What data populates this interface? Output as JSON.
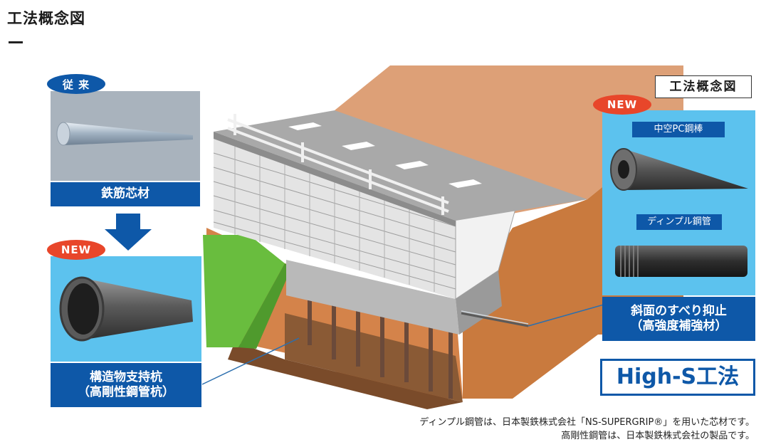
{
  "page_title": "工法概念図",
  "diagram_title": "工法概念図",
  "conventional": {
    "badge": "従 来",
    "caption": "鉄筋芯材"
  },
  "new_pile": {
    "badge": "NEW",
    "caption_line1": "構造物支持杭",
    "caption_line2": "（高剛性鋼管杭）"
  },
  "new_reinforcement": {
    "badge": "NEW",
    "item1_label": "中空PC鋼棒",
    "item2_label": "ディンプル鋼管",
    "caption_line1": "斜面のすべり抑止",
    "caption_line2": "（高強度補強材）"
  },
  "method_name": "High-S工法",
  "footnotes": [
    "ディンプル鋼管は、日本製鉄株式会社「NS-SUPERGRIP®」を用いた芯材です。",
    "高剛性鋼管は、日本製鉄株式会社の製品です。"
  ],
  "colors": {
    "brand_blue": "#0e58a8",
    "panel_blue": "#5cc2ee",
    "new_badge": "#e8462a",
    "soil_face": "#d08a5a",
    "soil_dark": "#b5651d",
    "grass": "#6abf3f"
  }
}
